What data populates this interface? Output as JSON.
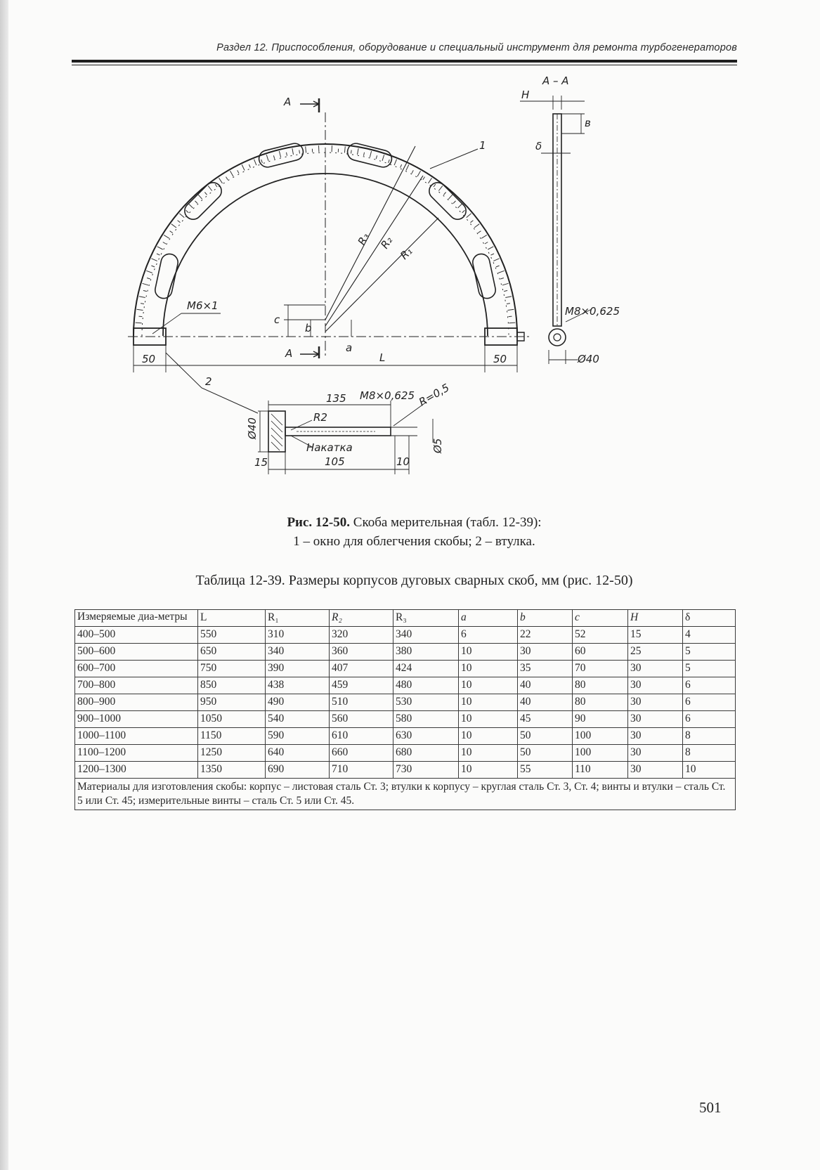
{
  "header": {
    "running_title": "Раздел 12. Приспособления, оборудование и специальный инструмент для ремонта турбогенераторов"
  },
  "drawing": {
    "labels": {
      "section_a_top": "A",
      "section_a_bottom": "A",
      "section_view": "A – A",
      "h": "H",
      "b_side": "в",
      "delta": "δ",
      "callout_1": "1",
      "callout_2": "2",
      "r1": "R₁",
      "r2": "R₂",
      "r3": "R₃",
      "m6": "M6×1",
      "m8_side": "M8×0,625",
      "c": "c",
      "b": "b",
      "a": "a",
      "L": "L",
      "dim_50_left": "50",
      "dim_50_right": "50",
      "d40_side": "Ø40",
      "m8_detail": "M8×0,625",
      "r05": "R=0,5",
      "dim_135": "135",
      "r2_detail": "R2",
      "d40_detail": "Ø40",
      "knurl": "Накатка",
      "d5": "Ø5",
      "dim_15": "15",
      "dim_105": "105",
      "dim_10": "10"
    }
  },
  "caption": {
    "fig_no": "Рис. 12-50.",
    "fig_text": " Скоба мерительная (табл. 12-39):",
    "line2": "1 – окно для облегчения скобы; 2 – втулка."
  },
  "table": {
    "title": "Таблица 12-39. Размеры корпусов дуговых сварных скоб, мм (рис. 12-50)",
    "headers": [
      "Измеряемые диа-метры",
      "L",
      "R₁",
      "R₂",
      "R₃",
      "a",
      "b",
      "c",
      "H",
      "δ"
    ],
    "rows": [
      [
        "400–500",
        "550",
        "310",
        "320",
        "340",
        "6",
        "22",
        "52",
        "15",
        "4"
      ],
      [
        "500–600",
        "650",
        "340",
        "360",
        "380",
        "10",
        "30",
        "60",
        "25",
        "5"
      ],
      [
        "600–700",
        "750",
        "390",
        "407",
        "424",
        "10",
        "35",
        "70",
        "30",
        "5"
      ],
      [
        "700–800",
        "850",
        "438",
        "459",
        "480",
        "10",
        "40",
        "80",
        "30",
        "6"
      ],
      [
        "800–900",
        "950",
        "490",
        "510",
        "530",
        "10",
        "40",
        "80",
        "30",
        "6"
      ],
      [
        "900–1000",
        "1050",
        "540",
        "560",
        "580",
        "10",
        "45",
        "90",
        "30",
        "6"
      ],
      [
        "1000–1100",
        "1150",
        "590",
        "610",
        "630",
        "10",
        "50",
        "100",
        "30",
        "8"
      ],
      [
        "1100–1200",
        "1250",
        "640",
        "660",
        "680",
        "10",
        "50",
        "100",
        "30",
        "8"
      ],
      [
        "1200–1300",
        "1350",
        "690",
        "710",
        "730",
        "10",
        "55",
        "110",
        "30",
        "10"
      ]
    ],
    "note": "Материалы для изготовления скобы: корпус – листовая сталь Ст. 3; втулки к корпусу – круглая сталь Ст. 3, Ст. 4; винты и втулки – сталь Ст. 5 или Ст. 45; измерительные винты – сталь Ст. 5 или Ст. 45."
  },
  "page_number": "501"
}
